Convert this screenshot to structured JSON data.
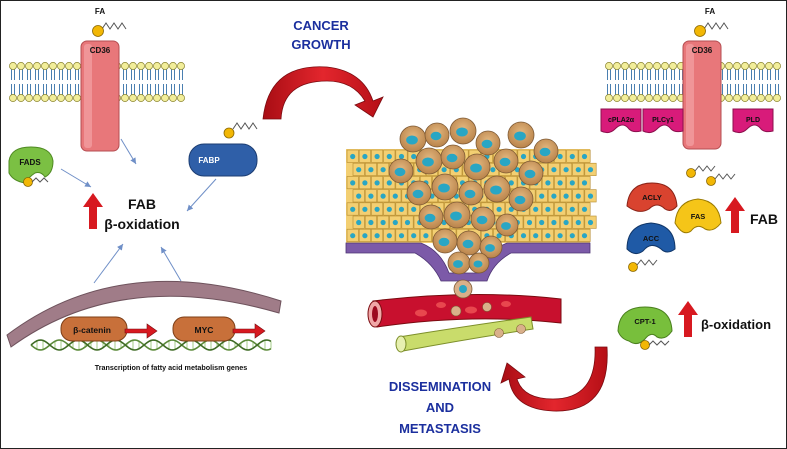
{
  "labels": {
    "fa_left": "FA",
    "fa_right": "FA",
    "cd36_left": "CD36",
    "cd36_right": "CD36",
    "cancer_growth_1": "CANCER",
    "cancer_growth_2": "GROWTH",
    "fads": "FADS",
    "fabp": "FABP",
    "fab_center": "FAB",
    "beta_ox_center": "β-oxidation",
    "beta_catenin": "β-catenin",
    "myc": "MYC",
    "transcription": "Transcription of fatty acid metabolism genes",
    "cpla2a": "cPLA2α",
    "plcy1": "PLCγ1",
    "pld": "PLD",
    "acly": "ACLY",
    "acc": "ACC",
    "fas": "FAS",
    "fab_right": "FAB",
    "cpt1": "CPT-1",
    "beta_ox_right": "β-oxidation",
    "dissemination_1": "DISSEMINATION",
    "dissemination_2": "AND",
    "dissemination_3": "METASTASIS"
  },
  "colors": {
    "title_blue": "#1b2f9e",
    "arrow_red": "#d71920",
    "cd36_fill": "#e8777a",
    "membrane_head": "#f2ee9a",
    "fads_green": "#7bc043",
    "fabp_blue": "#2f5fa8",
    "magenta": "#d81b7a",
    "acly_red": "#d9432f",
    "acc_blue": "#1f5aa6",
    "fas_yellow": "#f5c518",
    "cpt1_green": "#78bf3c",
    "fa_dot": "#f2b705",
    "cell_yellow": "#f3cf72",
    "nucleus_teal": "#29a6c4",
    "tumor_brown": "#c9955a",
    "vessel_red": "#c8102e",
    "lymph_green": "#c9dc6b",
    "tf_brown": "#c8703a",
    "dna_green": "#5c8a3a"
  }
}
